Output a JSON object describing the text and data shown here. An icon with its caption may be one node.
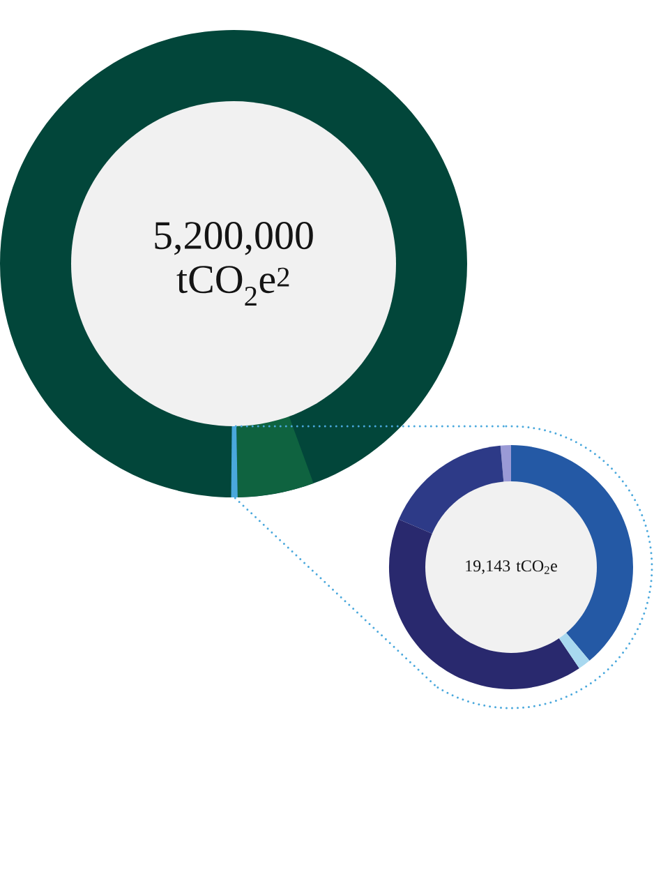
{
  "diagram": {
    "nodes": [
      {
        "text": [
          "5,200,000 tCO$_{2}$e$^{2}$"
        ]
      },
      {
        "text": [
          "19,143 tCO$_{2}$e"
        ]
      }
    ],
    "edges": [
      {
        "from": 0,
        "to": 1,
        "arrow": "none",
        "style": "dashed"
      },
      {
        "from": 0,
        "to": 1,
        "arrow": "none",
        "style": "dashed"
      }
    ]
  }
}
